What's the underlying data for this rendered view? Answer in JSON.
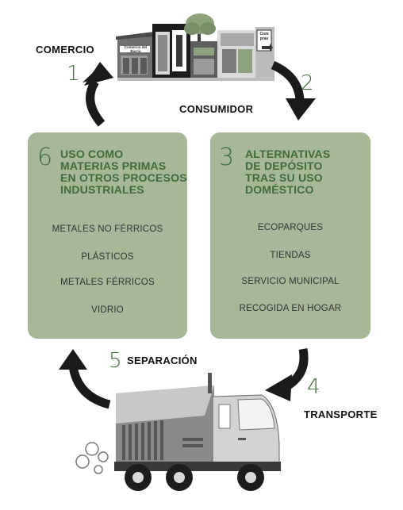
{
  "steps": {
    "comercio": {
      "number": "1",
      "label": "COMERCIO"
    },
    "consumidor": {
      "number": "2",
      "label": "CONSUMIDOR"
    },
    "alternativas": {
      "number": "3",
      "title": [
        "ALTERNATIVAS",
        "DE DEPÓSITO",
        "TRAS SU USO",
        "DOMÉSTICO"
      ],
      "items": [
        "ECOPARQUES",
        "TIENDAS",
        "SERVICIO MUNICIPAL",
        "RECOGIDA EN HOGAR"
      ]
    },
    "transporte": {
      "number": "4",
      "label": "TRANSPORTE"
    },
    "separacion": {
      "number": "5",
      "label": "SEPARACIÓN"
    },
    "materias": {
      "number": "6",
      "title": [
        "USO COMO",
        "MATERIAS PRIMAS",
        "EN OTROS PROCESOS",
        "INDUSTRIALES"
      ],
      "items": [
        "METALES NO FÉRRICOS",
        "PLÁSTICOS",
        "METALES FÉRRICOS",
        "VIDRIO"
      ]
    }
  },
  "storefront_signs": [
    "Comercio del Barrio",
    "Com pras"
  ],
  "colors": {
    "panel": "#a6b898",
    "accent": "#3f6b39",
    "arrow": "#1a1a1a"
  }
}
